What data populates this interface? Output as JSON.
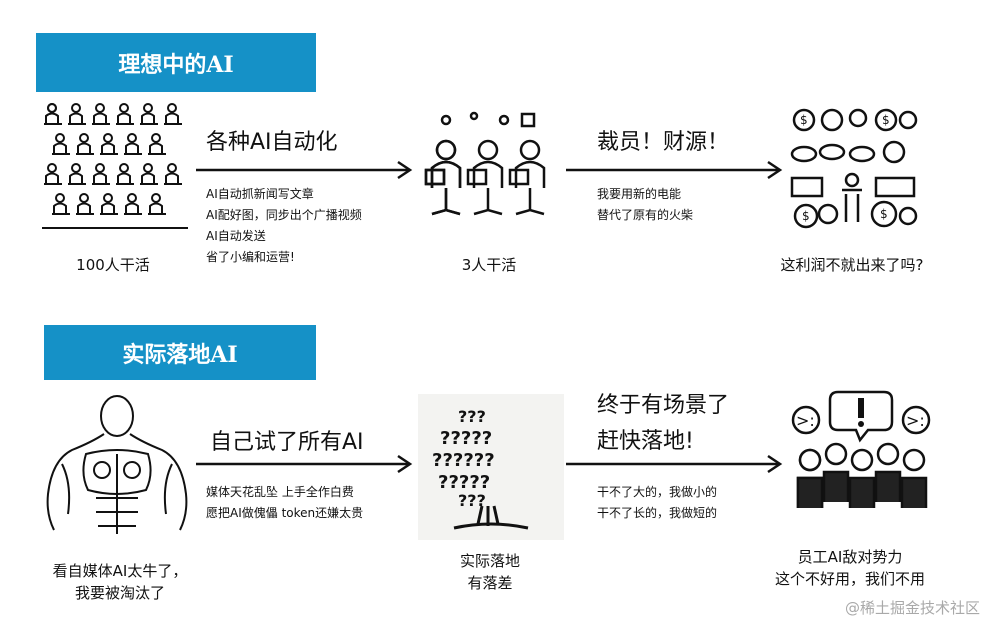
{
  "ideal": {
    "banner": "理想中的AI",
    "step1_caption": "100人干活",
    "arrow1_title": "各种AI自动化",
    "arrow1_notes": [
      "AI自动抓新闻写文章",
      "AI配好图，同步出个广播视频",
      "AI自动发送",
      "省了小编和运营!"
    ],
    "step2_caption": "3人干活",
    "arrow2_title": "裁员！财源！",
    "arrow2_notes": [
      "我要用新的电能",
      "替代了原有的火柴"
    ],
    "step3_caption": "这利润不就出来了吗?"
  },
  "real": {
    "banner": "实际落地AI",
    "step1_caption": [
      "看自媒体AI太牛了，",
      "我要被淘汰了"
    ],
    "arrow1_title": "自己试了所有AI",
    "arrow1_notes": [
      "媒体天花乱坠  上手全作白费",
      "愿把AI做傀儡  token还嫌太贵"
    ],
    "step2_caption": [
      "实际落地",
      "有落差"
    ],
    "arrow2_title": [
      "终于有场景了",
      "赶快落地!"
    ],
    "arrow2_notes": [
      "干不了大的，我做小的",
      "干不了长的，我做短的"
    ],
    "step3_caption": [
      "员工AI敌对势力",
      "这个不好用，我们不用"
    ]
  },
  "watermark": "@稀土掘金技术社区",
  "colors": {
    "banner": "#1591c7",
    "ink": "#111111",
    "watermark": "#a9a9a9"
  },
  "icons": [
    "crowd-workers-icon",
    "three-workers-icon",
    "money-icon",
    "muscle-man-icon",
    "question-tree-icon",
    "angry-crowd-icon"
  ]
}
